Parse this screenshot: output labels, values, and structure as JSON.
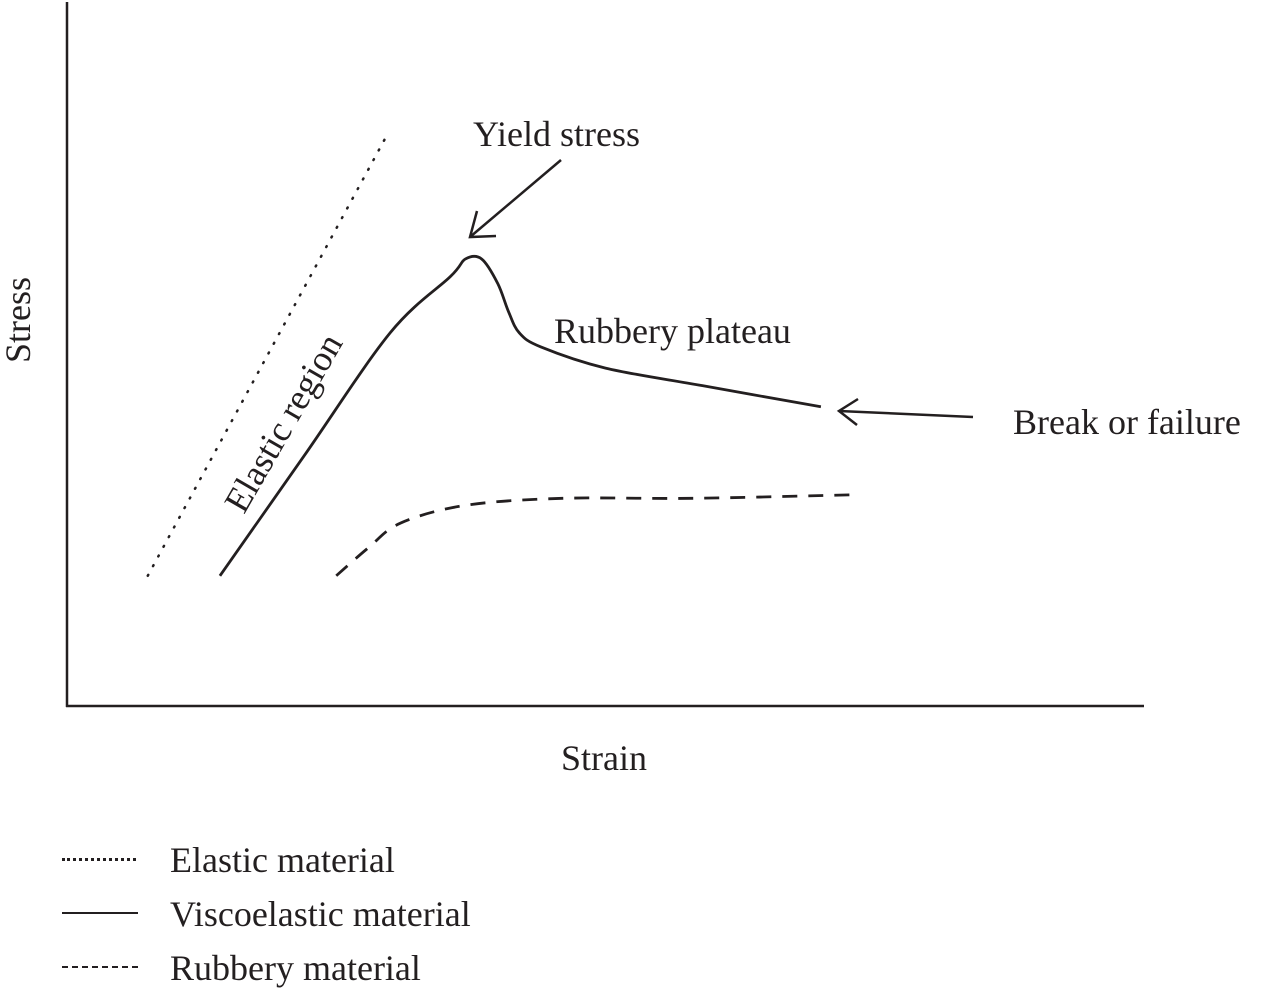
{
  "diagram": {
    "type": "stress-strain-schematic",
    "x_axis_label": "Strain",
    "y_axis_label": "Stress",
    "note": "Qualitative diagram, no ticks; coordinates in normalized units (0-1 of axes box, y up)",
    "series": [
      {
        "name": "Elastic material",
        "style": "dotted",
        "points": [
          [
            0.075,
            0.185
          ],
          [
            0.295,
            0.805
          ]
        ]
      },
      {
        "name": "Viscoelastic material",
        "style": "solid",
        "points": [
          [
            0.142,
            0.185
          ],
          [
            0.22,
            0.355
          ],
          [
            0.3,
            0.53
          ],
          [
            0.356,
            0.61
          ],
          [
            0.37,
            0.635
          ],
          [
            0.385,
            0.635
          ],
          [
            0.4,
            0.6
          ],
          [
            0.41,
            0.56
          ],
          [
            0.42,
            0.53
          ],
          [
            0.44,
            0.51
          ],
          [
            0.5,
            0.48
          ],
          [
            0.59,
            0.455
          ],
          [
            0.7,
            0.425
          ]
        ]
      },
      {
        "name": "Rubbery material",
        "style": "dashed",
        "points": [
          [
            0.25,
            0.185
          ],
          [
            0.28,
            0.225
          ],
          [
            0.31,
            0.26
          ],
          [
            0.37,
            0.285
          ],
          [
            0.46,
            0.295
          ],
          [
            0.58,
            0.295
          ],
          [
            0.73,
            0.3
          ]
        ]
      }
    ],
    "annotations": {
      "yield_stress": "Yield stress",
      "elastic_region": "Elastic region",
      "rubbery_plateau": "Rubbery plateau",
      "break_or_failure": "Break or failure"
    },
    "legend": [
      {
        "label": "Elastic material",
        "style": "dotted"
      },
      {
        "label": "Viscoelastic material",
        "style": "solid"
      },
      {
        "label": "Rubbery material",
        "style": "dashed"
      }
    ],
    "colors": {
      "ink": "#231f20",
      "background": "#ffffff"
    }
  }
}
